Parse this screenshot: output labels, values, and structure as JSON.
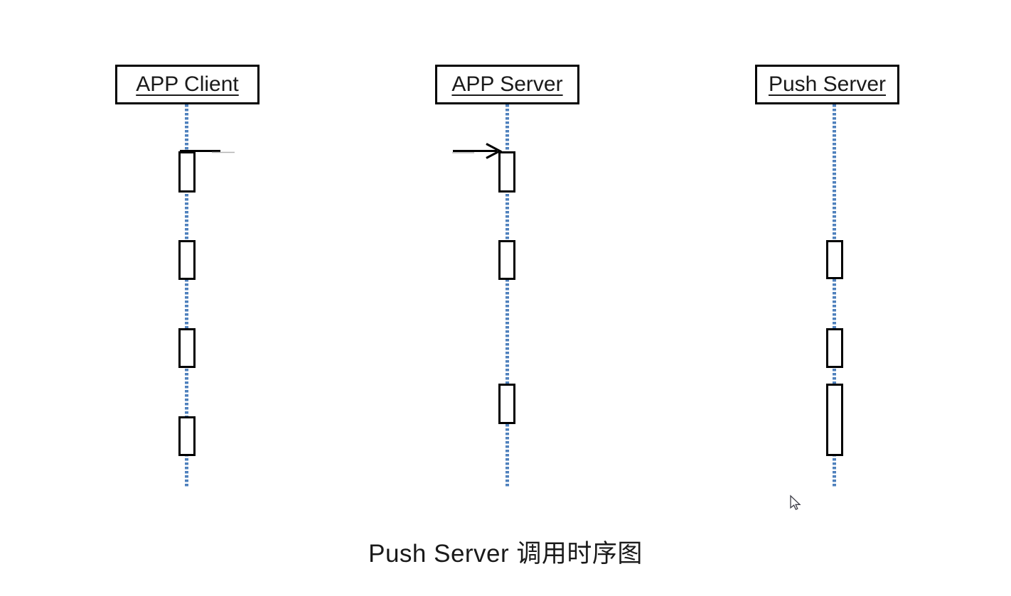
{
  "diagram": {
    "title": "Push Server 调用时序图",
    "actors": [
      {
        "id": "app-client",
        "label": "APP Client"
      },
      {
        "id": "app-server",
        "label": "APP Server"
      },
      {
        "id": "push-server",
        "label": "Push Server"
      }
    ],
    "colors": {
      "lifeline_blue": "#4f81bd",
      "shape_border_black": "#000000",
      "faded_line_gray": "#b3b3b3",
      "background_white": "#ffffff"
    },
    "icons": {
      "cursor": "mouse-cursor-icon"
    }
  }
}
